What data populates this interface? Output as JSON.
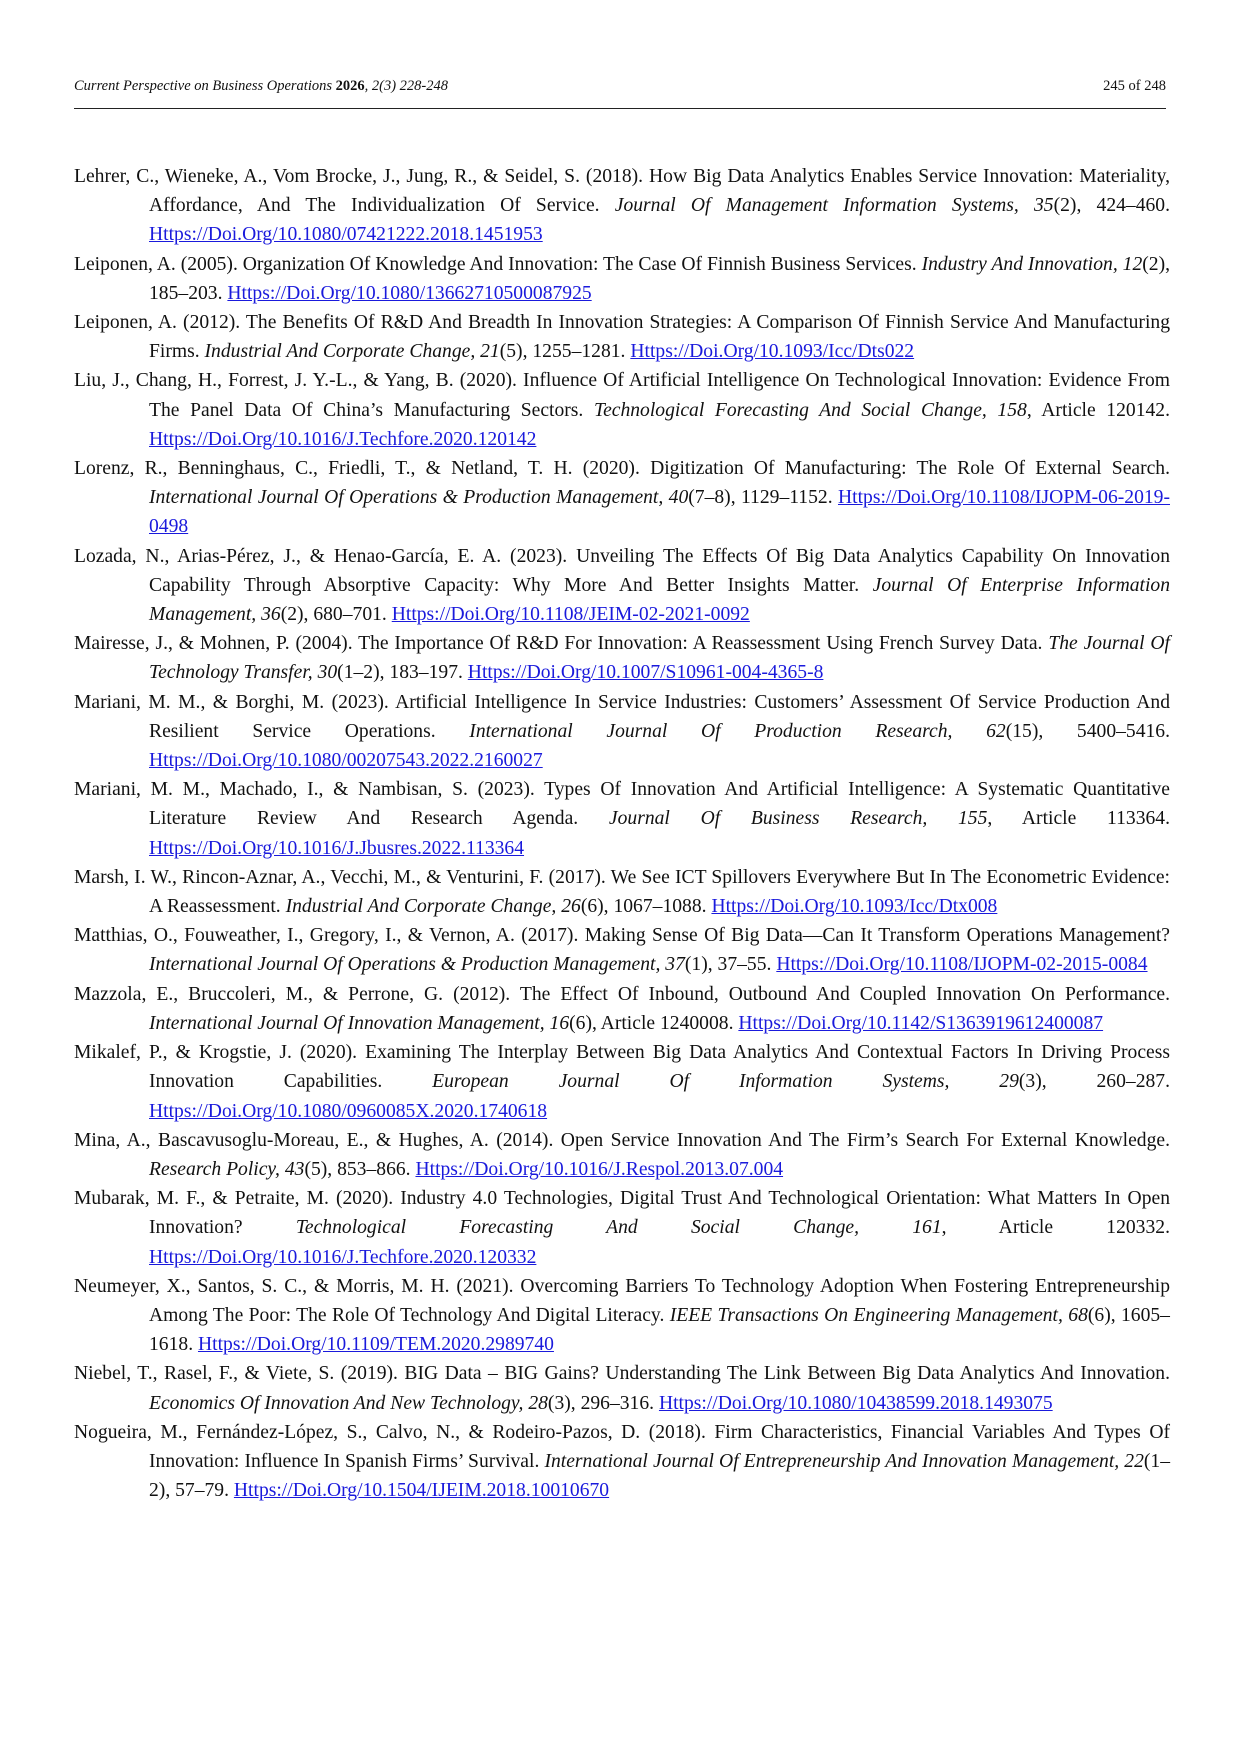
{
  "header": {
    "journal": "Current Perspective on Business Operations",
    "year": "2026",
    "volume_pages": ", 2(3) 228-248",
    "page_label": "245 of 248"
  },
  "references": [
    {
      "authors": "Lehrer, C., Wieneke, A., Vom Brocke, J., Jung, R., & Seidel, S. (2018). How Big Data Analytics Enables Service Innovation: Materiality, Affordance, And The Individualization Of Service. ",
      "source": "Journal Of Management Information Systems, 35",
      "details": "(2), 424–460. ",
      "doi": "Https://Doi.Org/10.1080/07421222.2018.1451953"
    },
    {
      "authors": "Leiponen, A. (2005). Organization Of Knowledge And Innovation: The Case Of Finnish Business Services. ",
      "source": "Industry And Innovation, 12",
      "details": "(2), 185–203. ",
      "doi": "Https://Doi.Org/10.1080/13662710500087925"
    },
    {
      "authors": "Leiponen, A. (2012). The Benefits Of R&D And Breadth In Innovation Strategies: A Comparison Of Finnish Service And Manufacturing Firms. ",
      "source": "Industrial And Corporate Change, 21",
      "details": "(5), 1255–1281. ",
      "doi": "Https://Doi.Org/10.1093/Icc/Dts022"
    },
    {
      "authors": "Liu, J., Chang, H., Forrest, J. Y.-L., & Yang, B. (2020). Influence Of Artificial Intelligence On Technological Innovation: Evidence From The Panel Data Of China’s Manufacturing Sectors. ",
      "source": "Technological Forecasting And Social Change, 158",
      "details": ", Article 120142. ",
      "doi": "Https://Doi.Org/10.1016/J.Techfore.2020.120142"
    },
    {
      "authors": "Lorenz, R., Benninghaus, C., Friedli, T., & Netland, T. H. (2020). Digitization Of Manufacturing: The Role Of External Search. ",
      "source": "International Journal Of Operations & Production Management, 40",
      "details": "(7–8), 1129–1152. ",
      "doi": "Https://Doi.Org/10.1108/IJOPM-06-2019-0498"
    },
    {
      "authors": "Lozada, N., Arias-Pérez, J., & Henao-García, E. A. (2023). Unveiling The Effects Of Big Data Analytics Capability On Innovation Capability Through Absorptive Capacity: Why More And Better Insights Matter. ",
      "source": "Journal Of Enterprise Information Management, 36",
      "details": "(2), 680–701. ",
      "doi": "Https://Doi.Org/10.1108/JEIM-02-2021-0092"
    },
    {
      "authors": "Mairesse, J., & Mohnen, P. (2004). The Importance Of R&D For Innovation: A Reassessment Using French Survey Data. ",
      "source": "The Journal Of Technology Transfer, 30",
      "details": "(1–2), 183–197. ",
      "doi": "Https://Doi.Org/10.1007/S10961-004-4365-8"
    },
    {
      "authors": "Mariani, M. M., & Borghi, M. (2023). Artificial Intelligence In Service Industries: Customers’ Assessment Of Service Production And Resilient Service Operations. ",
      "source": "International Journal Of Production Research, 62",
      "details": "(15), 5400–5416. ",
      "doi": "Https://Doi.Org/10.1080/00207543.2022.2160027"
    },
    {
      "authors": "Mariani, M. M., Machado, I., & Nambisan, S. (2023). Types Of Innovation And Artificial Intelligence: A Systematic Quantitative Literature Review And Research Agenda. ",
      "source": "Journal Of Business Research, 155",
      "details": ", Article 113364. ",
      "doi": "Https://Doi.Org/10.1016/J.Jbusres.2022.113364"
    },
    {
      "authors": "Marsh, I. W., Rincon-Aznar, A., Vecchi, M., & Venturini, F. (2017). We See ICT Spillovers Everywhere But In The Econometric Evidence: A Reassessment. ",
      "source": "Industrial And Corporate Change, 26",
      "details": "(6), 1067–1088. ",
      "doi": "Https://Doi.Org/10.1093/Icc/Dtx008"
    },
    {
      "authors": "Matthias, O., Fouweather, I., Gregory, I., & Vernon, A. (2017). Making Sense Of Big Data—Can It Transform Operations Management? ",
      "source": "International Journal Of Operations & Production Management, 37",
      "details": "(1), 37–55. ",
      "doi": "Https://Doi.Org/10.1108/IJOPM-02-2015-0084"
    },
    {
      "authors": "Mazzola, E., Bruccoleri, M., & Perrone, G. (2012). The Effect Of Inbound, Outbound And Coupled Innovation On Performance. ",
      "source": "International Journal Of Innovation Management, 16",
      "details": "(6), Article 1240008. ",
      "doi": "Https://Doi.Org/10.1142/S1363919612400087"
    },
    {
      "authors": "Mikalef, P., & Krogstie, J. (2020). Examining The Interplay Between Big Data Analytics And Contextual Factors In Driving Process Innovation Capabilities. ",
      "source": "European Journal Of Information Systems, 29",
      "details": "(3), 260–287. ",
      "doi": "Https://Doi.Org/10.1080/0960085X.2020.1740618"
    },
    {
      "authors": "Mina, A., Bascavusoglu-Moreau, E., & Hughes, A. (2014). Open Service Innovation And The Firm’s Search For External Knowledge. ",
      "source": "Research Policy, 43",
      "details": "(5), 853–866. ",
      "doi": "Https://Doi.Org/10.1016/J.Respol.2013.07.004"
    },
    {
      "authors": "Mubarak, M. F., & Petraite, M. (2020). Industry 4.0 Technologies, Digital Trust And Technological Orientation: What Matters In Open Innovation? ",
      "source": "Technological Forecasting And Social Change, 161",
      "details": ", Article 120332. ",
      "doi": "Https://Doi.Org/10.1016/J.Techfore.2020.120332"
    },
    {
      "authors": "Neumeyer, X., Santos, S. C., & Morris, M. H. (2021). Overcoming Barriers To Technology Adoption When Fostering Entrepreneurship Among The Poor: The Role Of Technology And Digital Literacy. ",
      "source": "IEEE Transactions On Engineering Management, 68",
      "details": "(6), 1605–1618. ",
      "doi": "Https://Doi.Org/10.1109/TEM.2020.2989740"
    },
    {
      "authors": "Niebel, T., Rasel, F., & Viete, S. (2019). BIG Data – BIG Gains? Understanding The Link Between Big Data Analytics And Innovation. ",
      "source": "Economics Of Innovation And New Technology, 28",
      "details": "(3), 296–316. ",
      "doi": "Https://Doi.Org/10.1080/10438599.2018.1493075"
    },
    {
      "authors": "Nogueira, M., Fernández-López, S., Calvo, N., & Rodeiro-Pazos, D. (2018). Firm Characteristics, Financial Variables And Types Of Innovation: Influence In Spanish Firms’ Survival. ",
      "source": "International Journal Of Entrepreneurship And Innovation Management, 22",
      "details": "(1–2), 57–79. ",
      "doi": "Https://Doi.Org/10.1504/IJEIM.2018.10010670"
    }
  ]
}
